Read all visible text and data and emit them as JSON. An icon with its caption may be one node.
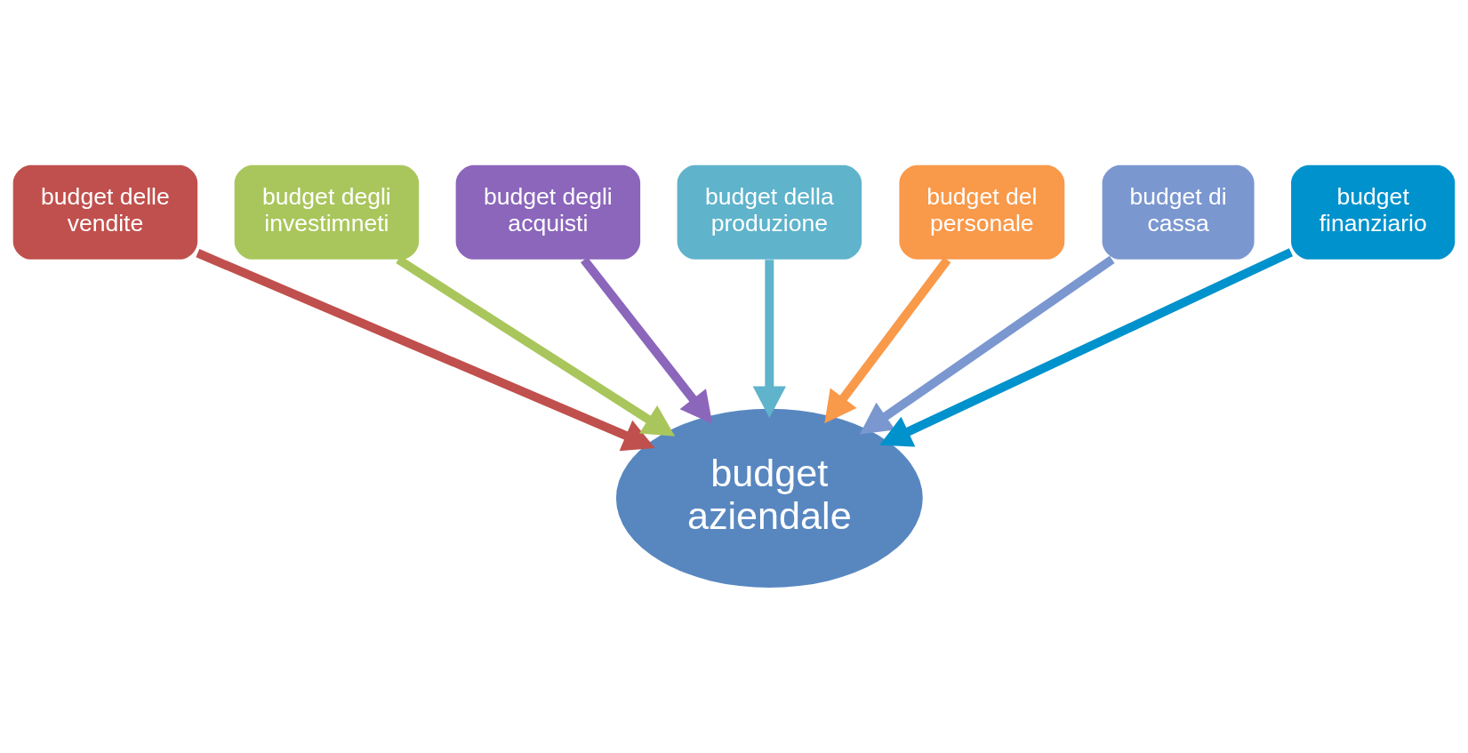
{
  "diagram": {
    "nodes": [
      {
        "text": [
          "budget delle vendite"
        ]
      },
      {
        "text": [
          "budget degli investimneti"
        ]
      },
      {
        "text": [
          "budget degli acquisti"
        ]
      },
      {
        "text": [
          "budget della produzione"
        ]
      },
      {
        "text": [
          "budget del personale"
        ]
      },
      {
        "text": [
          "budget di cassa"
        ]
      },
      {
        "text": [
          "budget finanziario"
        ]
      },
      {
        "text": [
          "budget aziendale"
        ]
      }
    ],
    "edges": [
      {
        "from": 0,
        "to": 7,
        "arrow": "to",
        "color": "#c0504d"
      },
      {
        "from": 1,
        "to": 7,
        "arrow": "to",
        "color": "#a9c65c"
      },
      {
        "from": 2,
        "to": 7,
        "arrow": "to",
        "color": "#8b66bb"
      },
      {
        "from": 3,
        "to": 7,
        "arrow": "to",
        "color": "#5fb3cb"
      },
      {
        "from": 4,
        "to": 7,
        "arrow": "to",
        "color": "#f9994a"
      },
      {
        "from": 5,
        "to": 7,
        "arrow": "to",
        "color": "#7b97d0"
      },
      {
        "from": 6,
        "to": 7,
        "arrow": "to",
        "color": "#0092cc"
      }
    ]
  }
}
